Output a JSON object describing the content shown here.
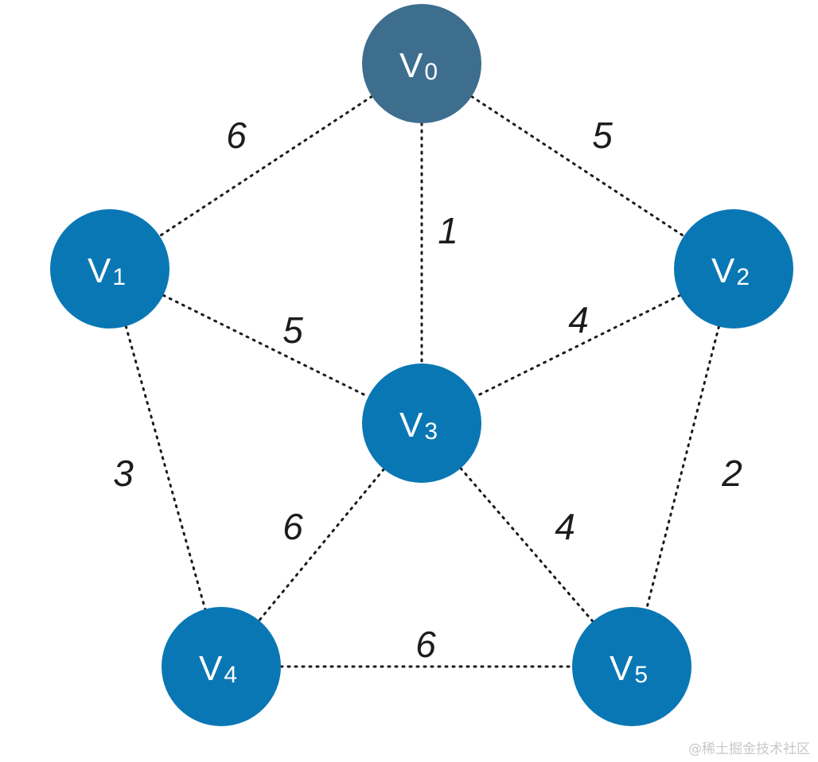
{
  "graph": {
    "nodes": [
      {
        "id": "v0",
        "label": "V",
        "sub": "0",
        "color": "#3e6e8e"
      },
      {
        "id": "v1",
        "label": "V",
        "sub": "1",
        "color": "#0a77b5"
      },
      {
        "id": "v2",
        "label": "V",
        "sub": "2",
        "color": "#0a77b5"
      },
      {
        "id": "v3",
        "label": "V",
        "sub": "3",
        "color": "#0a77b5"
      },
      {
        "id": "v4",
        "label": "V",
        "sub": "4",
        "color": "#0a77b5"
      },
      {
        "id": "v5",
        "label": "V",
        "sub": "5",
        "color": "#0a77b5"
      }
    ],
    "edges": [
      {
        "from": "v0",
        "to": "v1",
        "weight": "6"
      },
      {
        "from": "v0",
        "to": "v2",
        "weight": "5"
      },
      {
        "from": "v0",
        "to": "v3",
        "weight": "1"
      },
      {
        "from": "v1",
        "to": "v3",
        "weight": "5"
      },
      {
        "from": "v2",
        "to": "v3",
        "weight": "4"
      },
      {
        "from": "v1",
        "to": "v4",
        "weight": "3"
      },
      {
        "from": "v2",
        "to": "v5",
        "weight": "2"
      },
      {
        "from": "v3",
        "to": "v4",
        "weight": "6"
      },
      {
        "from": "v3",
        "to": "v5",
        "weight": "4"
      },
      {
        "from": "v4",
        "to": "v5",
        "weight": "6"
      }
    ]
  },
  "watermark": "@稀土掘金技术社区"
}
